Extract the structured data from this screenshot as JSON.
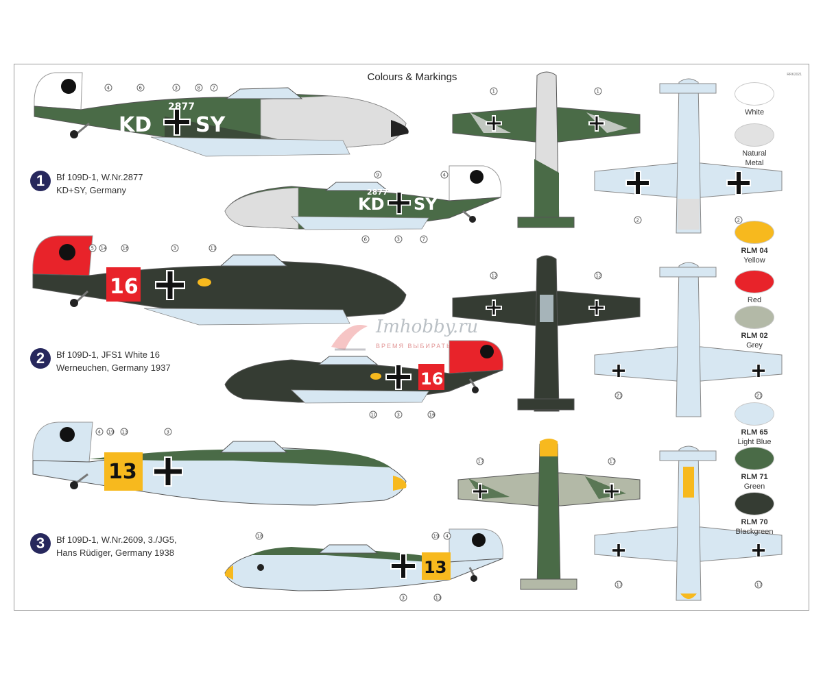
{
  "sheet": {
    "title": "Colours & Markings",
    "ref": "RRK2021"
  },
  "schemes": [
    {
      "number": "1",
      "line1": "Bf 109D-1, W.Nr.2877",
      "line2": "KD+SY, Germany",
      "code_left": "KD",
      "code_right": "SY",
      "serial": "2877"
    },
    {
      "number": "2",
      "line1": "Bf 109D-1, JFS1 White 16",
      "line2": "Werneuchen, Germany 1937",
      "code_left": "16",
      "serial": ""
    },
    {
      "number": "3",
      "line1": "Bf 109D-1, W.Nr.2609, 3./JG5,",
      "line2": "Hans Rüdiger, Germany 1938",
      "code_left": "13",
      "serial": ""
    }
  ],
  "callouts": {
    "s1_top": [
      "4",
      "6",
      "3",
      "8",
      "7"
    ],
    "s1_bottom_top": [
      "9",
      "4"
    ],
    "s1_bottom": [
      "6",
      "3",
      "7"
    ],
    "s1_plan": [
      "1",
      "1"
    ],
    "s1_under": [
      "2",
      "2"
    ],
    "s2_top": [
      "5",
      "14",
      "16",
      "3",
      "11"
    ],
    "s2_bottom": [
      "10",
      "3",
      "16"
    ],
    "s2_plan": [
      "12",
      "12"
    ],
    "s2_under": [
      "21",
      "21"
    ],
    "s3_top": [
      "4",
      "19",
      "13",
      "3"
    ],
    "s3_bottom_top": [
      "18",
      "19",
      "4"
    ],
    "s3_bottom": [
      "3",
      "13"
    ],
    "s3_plan": [
      "17",
      "17"
    ],
    "s3_under": [
      "17",
      "17"
    ]
  },
  "palette": [
    {
      "code": "",
      "name": "White",
      "hex": "#ffffff"
    },
    {
      "code": "",
      "name": "Natural\nMetal",
      "hex": "#e2e2e2"
    },
    {
      "code": "RLM 04",
      "name": "Yellow",
      "hex": "#f7b91e"
    },
    {
      "code": "",
      "name": "Red",
      "hex": "#e8232a"
    },
    {
      "code": "RLM 02",
      "name": "Grey",
      "hex": "#b3b9a7"
    },
    {
      "code": "RLM 65",
      "name": "Light Blue",
      "hex": "#d7e7f2"
    },
    {
      "code": "RLM 71",
      "name": "Green",
      "hex": "#4a6b47"
    },
    {
      "code": "RLM 70",
      "name": "Blackgreen",
      "hex": "#353c33"
    }
  ],
  "colors": {
    "white": "#ffffff",
    "metal": "#dedede",
    "yellow": "#f7b91e",
    "red": "#e8232a",
    "grey": "#b3b9a7",
    "lightblue": "#d7e7f2",
    "green": "#4a6b47",
    "blackgreen": "#353c33",
    "badge": "#27285d"
  },
  "watermark": {
    "text": "Imhobby.ru",
    "subtitle": "ВРЕМЯ ВЫБИРАТЬ"
  }
}
